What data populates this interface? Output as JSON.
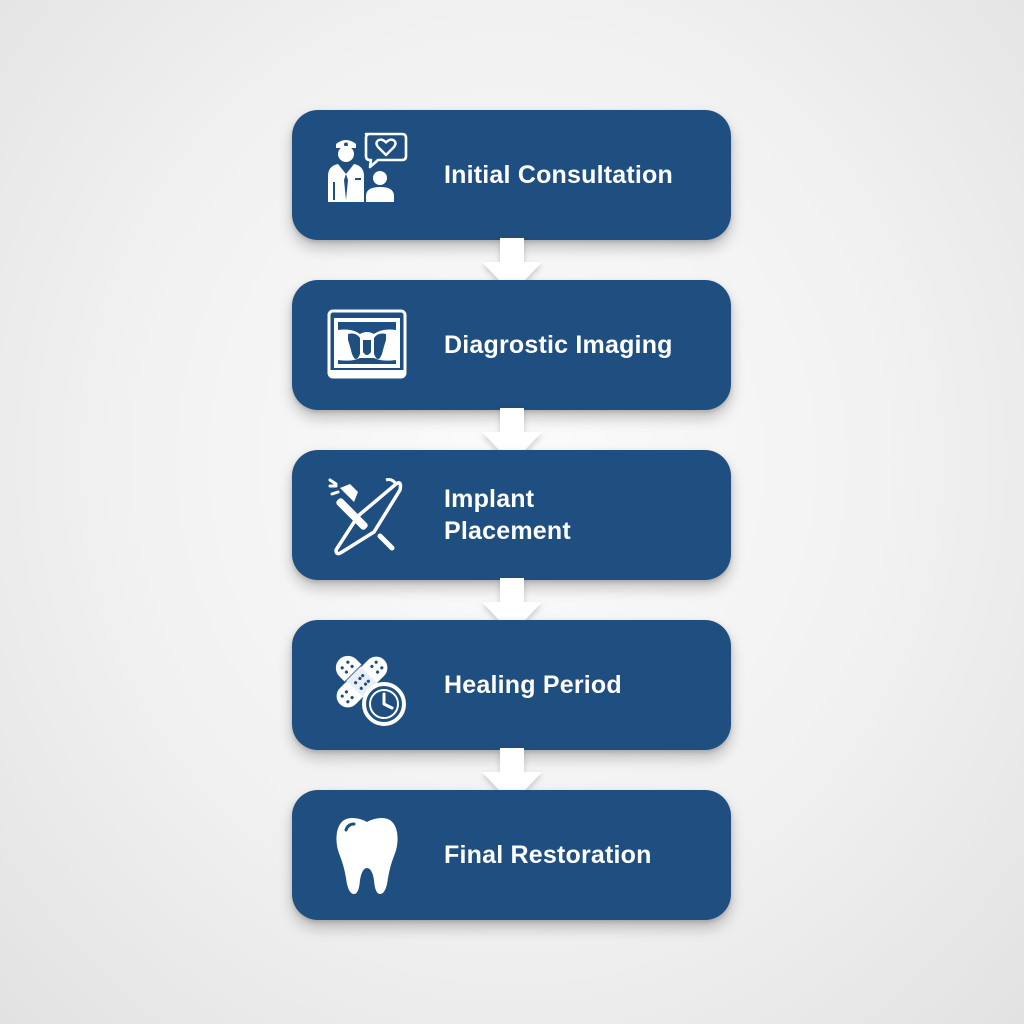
{
  "flowchart": {
    "steps": [
      {
        "label": "Initial Consultation",
        "icon": "doctor-patient-consultation-icon"
      },
      {
        "label": "Diagrostic Imaging",
        "icon": "dental-xray-icon"
      },
      {
        "label": "Implant\nPlacement",
        "icon": "dental-tools-icon"
      },
      {
        "label": "Healing Period",
        "icon": "bandage-clock-icon"
      },
      {
        "label": "Final Restoration",
        "icon": "tooth-icon"
      }
    ],
    "colors": {
      "box": "#1f4e80",
      "text": "#ffffff",
      "arrow": "#ffffff",
      "background": "#f1f1f1"
    }
  }
}
